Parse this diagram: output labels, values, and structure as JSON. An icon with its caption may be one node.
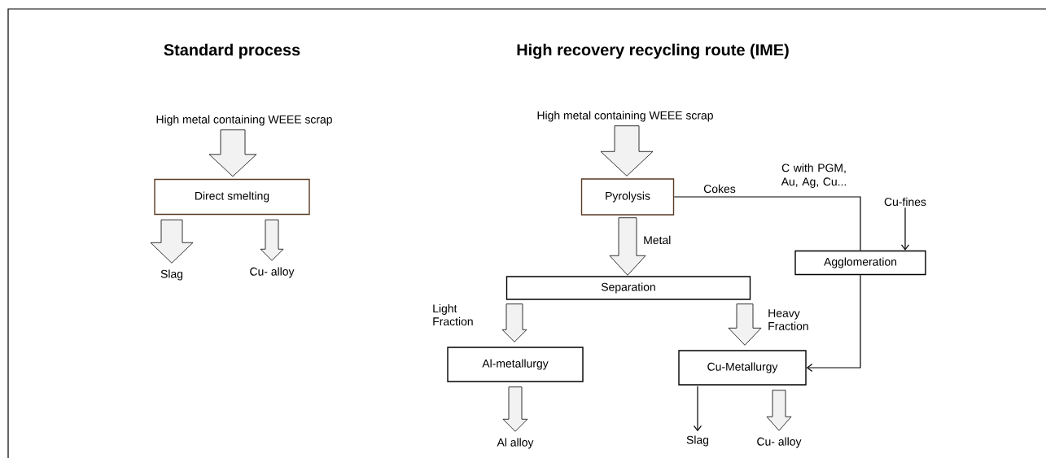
{
  "diagram": {
    "nodes": [
      {
        "text": [
          "High metal containing WEEE scrap"
        ]
      },
      {
        "text": [
          "Direct smelting"
        ]
      },
      {
        "text": [
          "Slag"
        ]
      },
      {
        "text": [
          "Cu- alloy"
        ]
      },
      {
        "text": [
          "High metal containing WEEE scrap"
        ]
      },
      {
        "text": [
          "Pyrolysis"
        ]
      },
      {
        "text": [
          "Separation"
        ]
      },
      {
        "text": [
          "Agglomeration"
        ]
      },
      {
        "text": [
          "Cu-fines"
        ]
      },
      {
        "text": [
          "Al-metallurgy"
        ]
      },
      {
        "text": [
          "Cu-Metallurgy"
        ]
      },
      {
        "text": [
          "Al alloy"
        ]
      },
      {
        "text": [
          "Slag"
        ]
      },
      {
        "text": [
          "Cu- alloy"
        ]
      }
    ],
    "edges": [
      {
        "from": 0,
        "to": 1,
        "arrow": "to",
        "style": "thick"
      },
      {
        "from": 1,
        "to": 2,
        "arrow": "to",
        "style": "thick"
      },
      {
        "from": 1,
        "to": 3,
        "arrow": "to",
        "style": "thick"
      },
      {
        "from": 4,
        "to": 5,
        "arrow": "to",
        "style": "thick"
      },
      {
        "from": 5,
        "to": 6,
        "arrow": "to",
        "style": "thick",
        "label": "Metal"
      },
      {
        "from": 5,
        "to": 7,
        "arrow": "none",
        "label": "Cokes"
      },
      {
        "from": 8,
        "to": 7,
        "arrow": "to"
      },
      {
        "from": 7,
        "to": 10,
        "arrow": "to"
      },
      {
        "from": 6,
        "to": 9,
        "arrow": "to",
        "style": "thick",
        "label": "Light Fraction"
      },
      {
        "from": 6,
        "to": 10,
        "arrow": "to",
        "style": "thick",
        "label": "Heavy Fraction"
      },
      {
        "from": 9,
        "to": 11,
        "arrow": "to",
        "style": "thick"
      },
      {
        "from": 10,
        "to": 12,
        "arrow": "to"
      },
      {
        "from": 10,
        "to": 13,
        "arrow": "to",
        "style": "thick"
      }
    ],
    "labels": [
      "Standard process",
      "High recovery recycling route (IME)",
      "C with PGM, Au, Ag, Cu..."
    ]
  }
}
